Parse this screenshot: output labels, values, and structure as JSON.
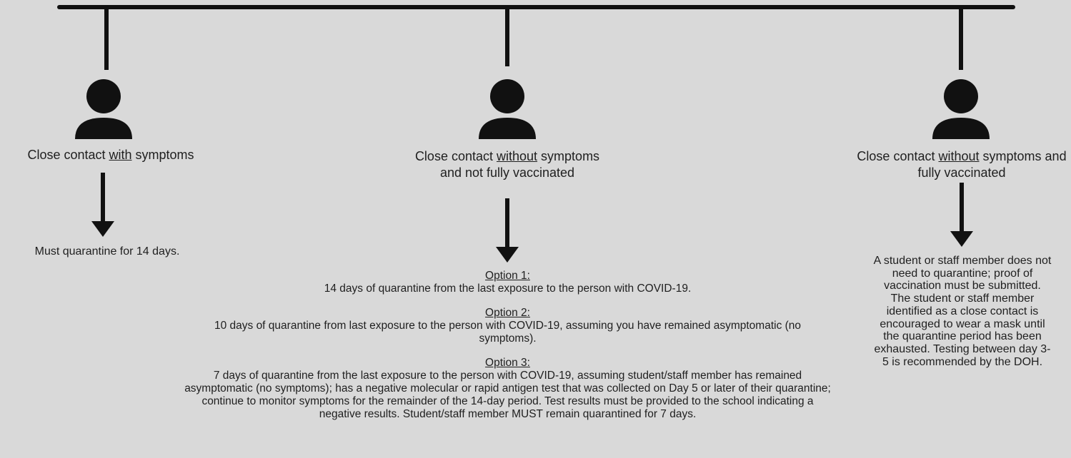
{
  "branches": [
    {
      "label_pre": "Close contact ",
      "label_em": "with",
      "label_post": " symptoms",
      "outcome": "Must quarantine for 14 days."
    },
    {
      "label_pre": "Close contact ",
      "label_em": "without",
      "label_post": " symptoms and not fully vaccinated",
      "options": [
        {
          "title": "Option 1:",
          "text": "14 days of quarantine from the last exposure to the person with COVID-19."
        },
        {
          "title": "Option 2:",
          "text": "10 days of quarantine from last exposure to the person with COVID-19, assuming you have remained asymptomatic (no symptoms)."
        },
        {
          "title": "Option 3:",
          "text": "7 days of quarantine from the last exposure to the person with COVID-19, assuming student/staff member has remained asymptomatic (no symptoms); has a negative molecular or rapid antigen test that was collected on Day 5 or later of their quarantine; continue to monitor symptoms for the remainder of the 14-day period. Test results must be provided to the school indicating a negative results. Student/staff member MUST remain quarantined for 7 days."
        }
      ]
    },
    {
      "label_pre": "Close contact ",
      "label_em": "without",
      "label_post": " symptoms and fully vaccinated",
      "outcome": "A student or staff member does not need to quarantine; proof of vaccination must be submitted. The student or staff member identified as a close contact is encouraged to wear a mask until the quarantine period has been exhausted. Testing between day 3-5 is recommended by the DOH."
    }
  ]
}
